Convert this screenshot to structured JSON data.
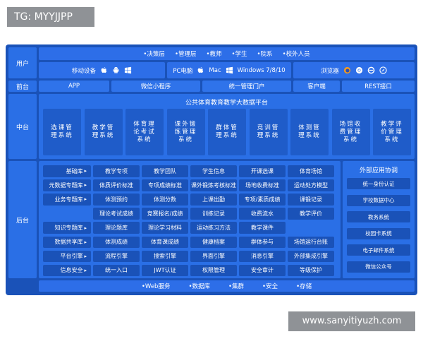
{
  "watermark_top": "TG: MYYJJPP",
  "watermark_bottom": "www.sanyitiyuzh.com",
  "rows": {
    "user": "用户",
    "front": "前台",
    "middle": "中台",
    "back": "后台"
  },
  "user_roles": [
    "决策层",
    "管理层",
    "教师",
    "学生",
    "院系",
    "校外人员"
  ],
  "devices": {
    "mobile": {
      "label": "移动设备",
      "icons": [
        "apple-icon",
        "android-icon",
        "windows-icon"
      ]
    },
    "pc": {
      "label": "PC电脑",
      "mac": "Mac",
      "windows": "Windows 7/8/10"
    },
    "browser": {
      "label": "浏览器",
      "icons": [
        "firefox-icon",
        "chrome-icon",
        "ie-icon",
        "safari-icon"
      ]
    }
  },
  "front_items": [
    "APP",
    "微信小程序",
    "统一管理门户",
    "客户端",
    "REST接口"
  ],
  "middle": {
    "title": "公共体育教育教学大数据平台",
    "systems": [
      "选课管理系统",
      "教学管理系统",
      "体育理论考试系统",
      "课外锻炼管理系统",
      "群体管理系统",
      "竞训管理系统",
      "体测管理系统",
      "场馆收费管理系统",
      "教学评价管理系统"
    ]
  },
  "back": {
    "row_labels": [
      "基础库",
      "元数据专题库",
      "业务专题库",
      "",
      "知识专题库",
      "数据共享库",
      "平台引擎",
      "信息安全"
    ],
    "grid": [
      [
        "教学专项",
        "教学团队",
        "学生信息",
        "开课选课",
        "体育场馆"
      ],
      [
        "体质评价标准",
        "专项成绩标准",
        "课外锻炼考核标准",
        "场地收费标准",
        "运动处方模型"
      ],
      [
        "体测预约",
        "体测分数",
        "上课出勤",
        "专项/素质成绩",
        "课锻记录"
      ],
      [
        "理论考试成绩",
        "竞赛报名/成绩",
        "训练记录",
        "收费流水",
        "教学评价"
      ],
      [
        "理论题库",
        "理论学习材料",
        "运动练习方法",
        "教学课件",
        ""
      ],
      [
        "体测成绩",
        "体育课成绩",
        "健康档案",
        "群体参与",
        "场馆运行台账"
      ],
      [
        "流程引擎",
        "搜索引擎",
        "界面引擎",
        "消息引擎",
        "外部集成引擎"
      ],
      [
        "统一入口",
        "JWT认证",
        "权限管理",
        "安全审计",
        "等级保护"
      ]
    ],
    "external": {
      "title": "外部应用协调",
      "items": [
        "统一身份认证",
        "学校数据中心",
        "教务系统",
        "校园卡系统",
        "电子邮件系统",
        "微信公众号"
      ]
    }
  },
  "bottom": [
    "Web服务",
    "数据库",
    "集群",
    "安全",
    "存储"
  ],
  "colors": {
    "dark": "#1a52b8",
    "mid": "#2a6fe6",
    "cell": "#2f73ea"
  }
}
